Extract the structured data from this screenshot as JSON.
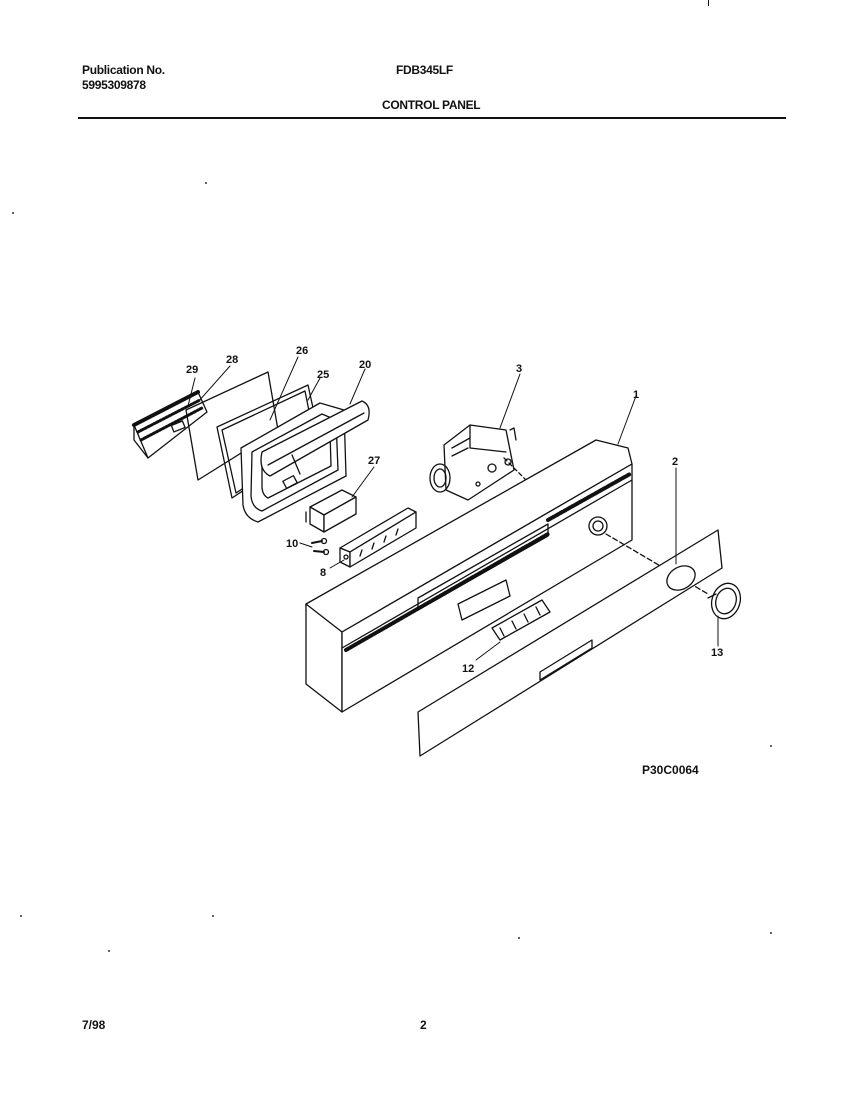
{
  "header": {
    "publication_label": "Publication No.",
    "publication_number": "5995309878",
    "model": "FDB345LF",
    "section_title": "CONTROL PANEL"
  },
  "callouts": {
    "c1": "1",
    "c2": "2",
    "c3": "3",
    "c8": "8",
    "c10": "10",
    "c12": "12",
    "c13": "13",
    "c20": "20",
    "c25": "25",
    "c26": "26",
    "c27": "27",
    "c28": "28",
    "c29": "29"
  },
  "drawing_code": "P30C0064",
  "footer": {
    "date": "7/98",
    "page": "2"
  }
}
